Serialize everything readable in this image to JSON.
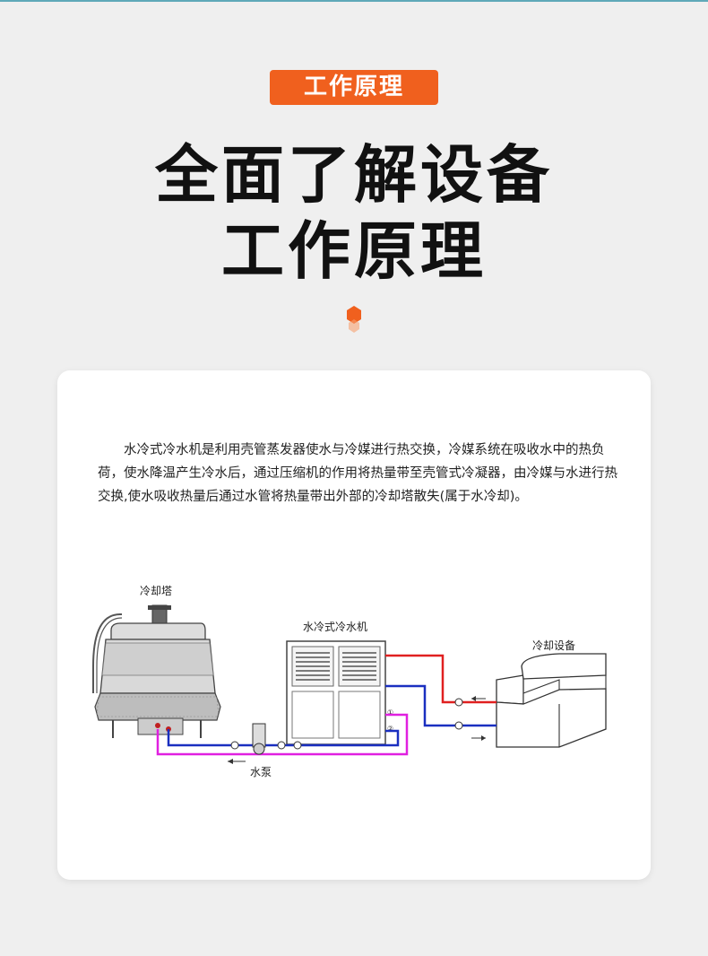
{
  "header": {
    "badge": "工作原理",
    "headline_line1": "全面了解设备",
    "headline_line2": "工作原理"
  },
  "card": {
    "description": "水冷式冷水机是利用壳管蒸发器使水与冷媒进行热交换，冷媒系统在吸收水中的热负荷，使水降温产生冷水后，通过压缩机的作用将热量带至壳管式冷凝器，由冷媒与水进行热交换,使水吸收热量后通过水管将热量带出外部的冷却塔散失(属于水冷却)。"
  },
  "diagram": {
    "cooling_tower_label": "冷却塔",
    "chiller_label": "水冷式冷水机",
    "equipment_label": "冷却设备",
    "pump_label": "水泵",
    "port1": "①",
    "port2": "②"
  },
  "colors": {
    "accent": "#f0601e",
    "hot_pipe": "#e02020",
    "cold_pipe": "#1a2fc0",
    "cooling_pipe": "#e020e0"
  }
}
